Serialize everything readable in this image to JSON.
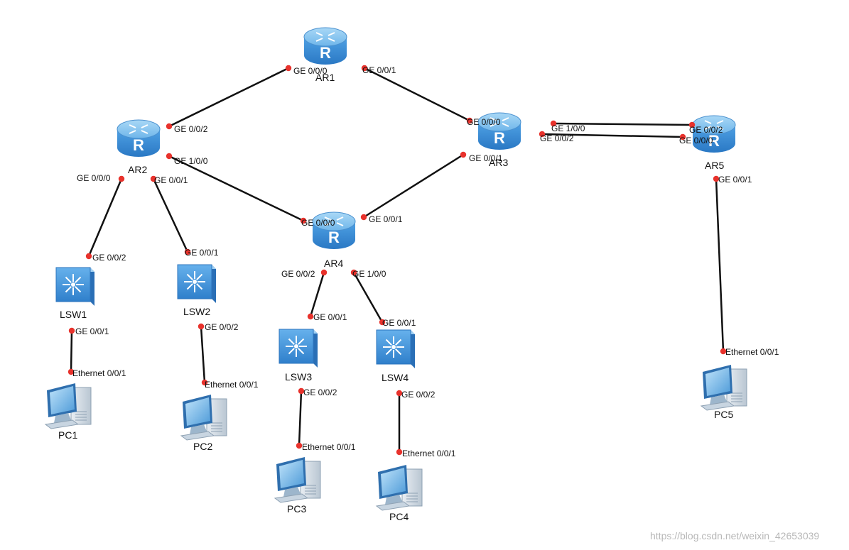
{
  "nodes": [
    {
      "id": "AR1",
      "kind": "router",
      "label": "AR1"
    },
    {
      "id": "AR2",
      "kind": "router",
      "label": "AR2"
    },
    {
      "id": "AR3",
      "kind": "router",
      "label": "AR3"
    },
    {
      "id": "AR4",
      "kind": "router",
      "label": "AR4"
    },
    {
      "id": "AR5",
      "kind": "router",
      "label": "AR5"
    },
    {
      "id": "LSW1",
      "kind": "switch",
      "label": "LSW1"
    },
    {
      "id": "LSW2",
      "kind": "switch",
      "label": "LSW2"
    },
    {
      "id": "LSW3",
      "kind": "switch",
      "label": "LSW3"
    },
    {
      "id": "LSW4",
      "kind": "switch",
      "label": "LSW4"
    },
    {
      "id": "PC1",
      "kind": "pc",
      "label": "PC1"
    },
    {
      "id": "PC2",
      "kind": "pc",
      "label": "PC2"
    },
    {
      "id": "PC3",
      "kind": "pc",
      "label": "PC3"
    },
    {
      "id": "PC4",
      "kind": "pc",
      "label": "PC4"
    },
    {
      "id": "PC5",
      "kind": "pc",
      "label": "PC5"
    }
  ],
  "links": [
    {
      "id": "ar1-ar2",
      "a": "AR1",
      "a_port": "GE 0/0/0",
      "b": "AR2",
      "b_port": "GE 0/0/2"
    },
    {
      "id": "ar1-ar3",
      "a": "AR1",
      "a_port": "GE 0/0/1",
      "b": "AR3",
      "b_port": "GE 0/0/0"
    },
    {
      "id": "ar2-ar4",
      "a": "AR2",
      "a_port": "GE 1/0/0",
      "b": "AR4",
      "b_port": "GE 0/0/0"
    },
    {
      "id": "ar3-ar4",
      "a": "AR3",
      "a_port": "GE 0/0/1",
      "b": "AR4",
      "b_port": "GE 0/0/1"
    },
    {
      "id": "ar3-ar5-a",
      "a": "AR3",
      "a_port": "GE 1/0/0",
      "b": "AR5",
      "b_port": "GE 0/0/2"
    },
    {
      "id": "ar3-ar5-b",
      "a": "AR3",
      "a_port": "GE 0/0/2",
      "b": "AR5",
      "b_port": "GE 0/0/0"
    },
    {
      "id": "ar2-lsw1",
      "a": "AR2",
      "a_port": "GE 0/0/0",
      "b": "LSW1",
      "b_port": "GE 0/0/2"
    },
    {
      "id": "ar2-lsw2",
      "a": "AR2",
      "a_port": "GE 0/0/1",
      "b": "LSW2",
      "b_port": "GE 0/0/1"
    },
    {
      "id": "ar4-lsw3",
      "a": "AR4",
      "a_port": "GE 0/0/2",
      "b": "LSW3",
      "b_port": "GE 0/0/1"
    },
    {
      "id": "ar4-lsw4",
      "a": "AR4",
      "a_port": "GE 1/0/0",
      "b": "LSW4",
      "b_port": "GE 0/0/1"
    },
    {
      "id": "lsw1-pc1",
      "a": "LSW1",
      "a_port": "GE 0/0/1",
      "b": "PC1",
      "b_port": "Ethernet 0/0/1"
    },
    {
      "id": "lsw2-pc2",
      "a": "LSW2",
      "a_port": "GE 0/0/2",
      "b": "PC2",
      "b_port": "Ethernet 0/0/1"
    },
    {
      "id": "lsw3-pc3",
      "a": "LSW3",
      "a_port": "GE 0/0/2",
      "b": "PC3",
      "b_port": "Ethernet 0/0/1"
    },
    {
      "id": "lsw4-pc4",
      "a": "LSW4",
      "a_port": "GE 0/0/2",
      "b": "PC4",
      "b_port": "Ethernet 0/0/1"
    },
    {
      "id": "ar5-pc5",
      "a": "AR5",
      "a_port": "GE 0/0/1",
      "b": "PC5",
      "b_port": "Ethernet 0/0/1"
    }
  ],
  "watermark": "https://blog.csdn.net/weixin_42653039",
  "colors": {
    "device_blue": "#3b8fd6",
    "device_top": "#7fc0ef",
    "port_dot": "#e8322c",
    "link": "#111111"
  }
}
